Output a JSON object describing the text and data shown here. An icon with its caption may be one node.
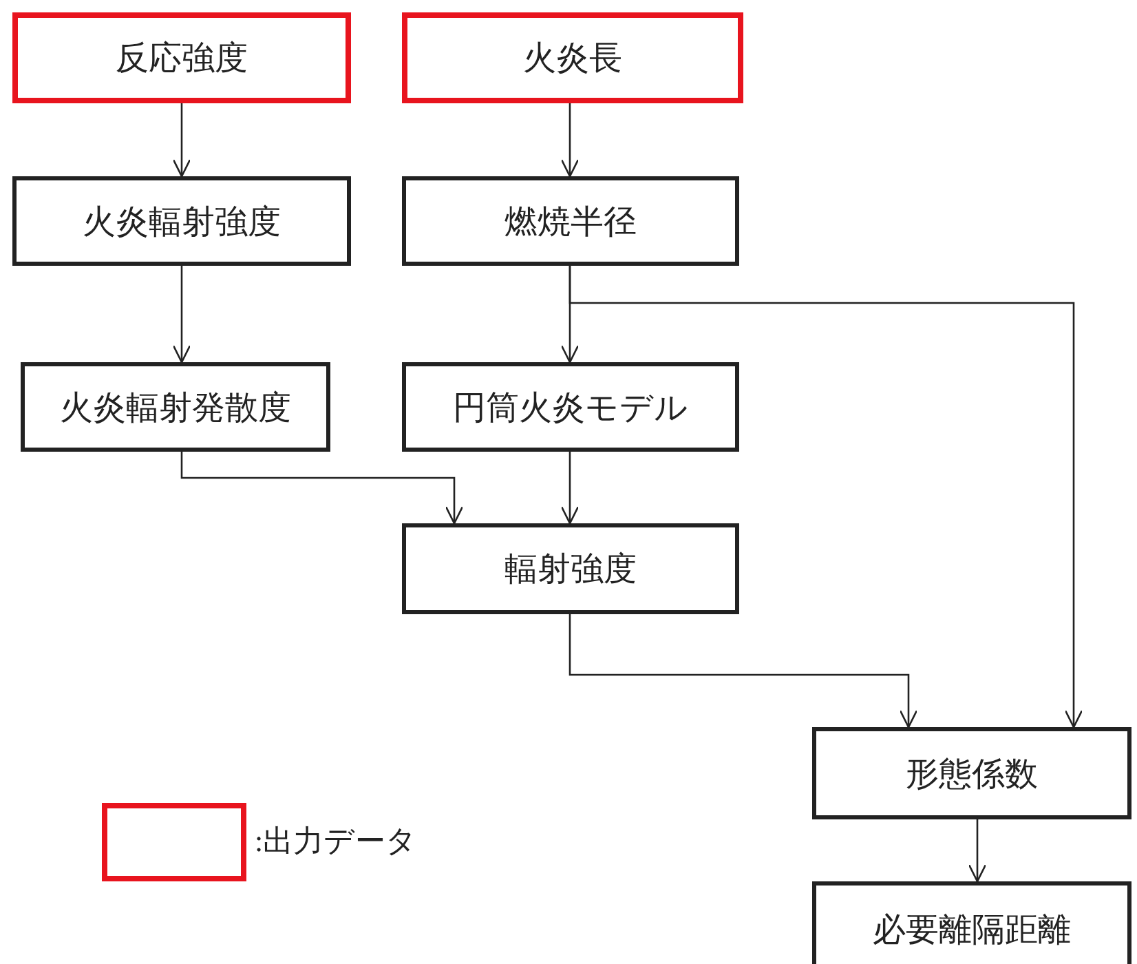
{
  "diagram": {
    "nodes": [
      {
        "text": [
          "反応強度"
        ]
      },
      {
        "text": [
          "火炎長"
        ]
      },
      {
        "text": [
          "火炎輻射強度"
        ]
      },
      {
        "text": [
          "燃焼半径"
        ]
      },
      {
        "text": [
          "火炎輻射発散度"
        ]
      },
      {
        "text": [
          "円筒火炎モデル"
        ]
      },
      {
        "text": [
          "輻射強度"
        ]
      },
      {
        "text": [
          "形態係数"
        ]
      },
      {
        "text": [
          "必要離隔距離"
        ]
      }
    ],
    "edges": [
      {
        "from": 0,
        "to": 2,
        "arrow": "to"
      },
      {
        "from": 1,
        "to": 3,
        "arrow": "to"
      },
      {
        "from": 2,
        "to": 4,
        "arrow": "to"
      },
      {
        "from": 3,
        "to": 5,
        "arrow": "to"
      },
      {
        "from": 3,
        "to": 7,
        "arrow": "to"
      },
      {
        "from": 4,
        "to": 6,
        "arrow": "to"
      },
      {
        "from": 5,
        "to": 6,
        "arrow": "to"
      },
      {
        "from": 6,
        "to": 7,
        "arrow": "to"
      },
      {
        "from": 7,
        "to": 8,
        "arrow": "to"
      }
    ],
    "legend": [
      {
        "text": ":出力データ"
      }
    ]
  }
}
